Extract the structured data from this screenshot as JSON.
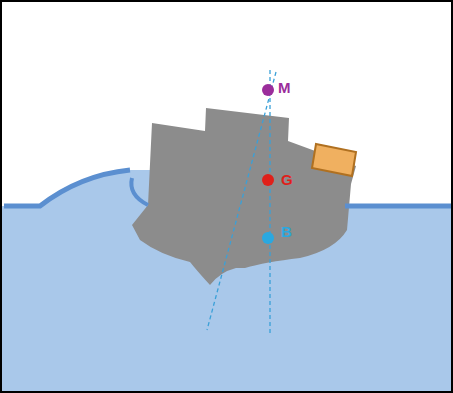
{
  "diagram": {
    "labels": [
      "M",
      "G",
      "B"
    ]
  }
}
